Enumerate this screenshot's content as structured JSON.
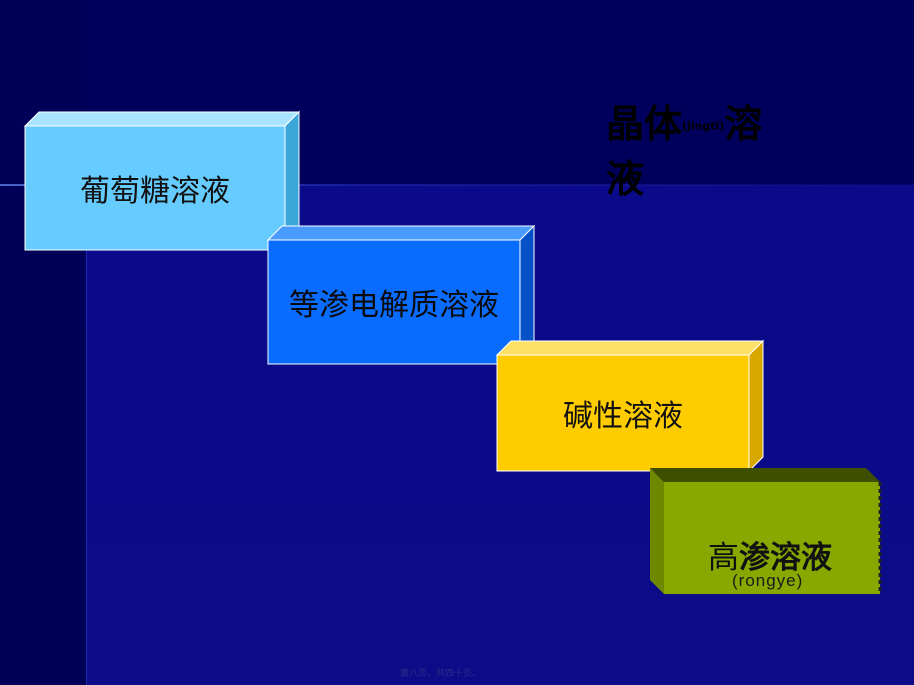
{
  "slide": {
    "title_prefix": "晶体",
    "title_pinyin": "(jīngtǐ)",
    "title_suffix": "溶液",
    "blocks": [
      {
        "label": "葡萄糖溶液",
        "color": "#66CCFF"
      },
      {
        "label": "等渗电解质溶液",
        "color": "#0A6CFF"
      },
      {
        "label": "碱性溶液",
        "color": "#FFCC00"
      }
    ],
    "block4": {
      "label_prefix": "高",
      "label_main": "渗溶液",
      "pinyin": "(rongye)",
      "color": "#88A800"
    },
    "footer": "第八页，共四十页。"
  }
}
